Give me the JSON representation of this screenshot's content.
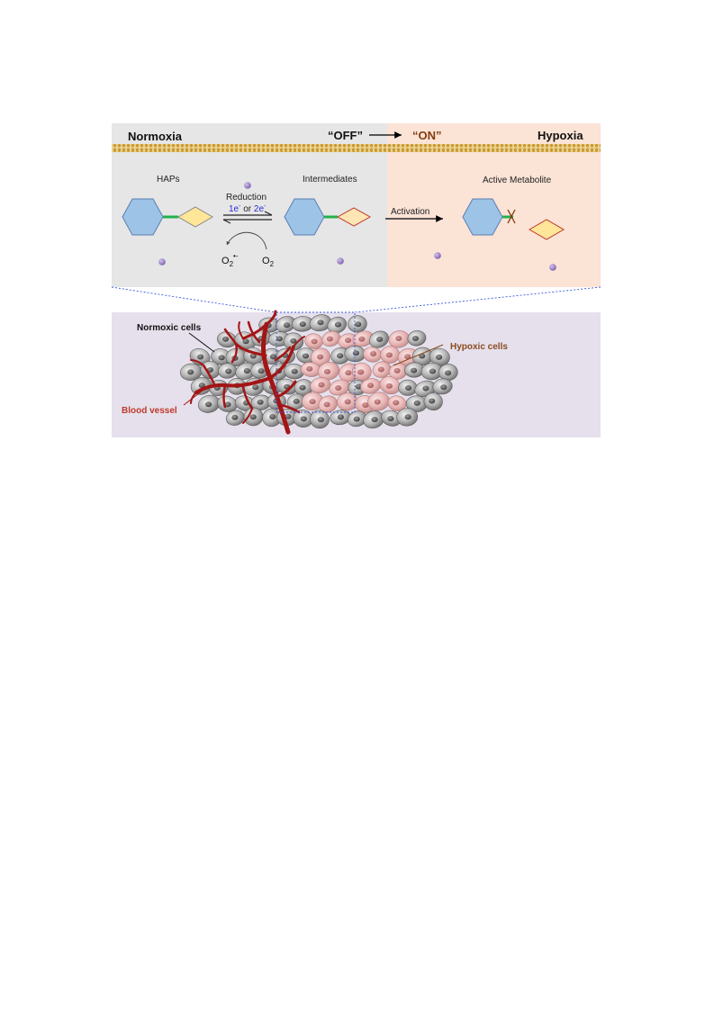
{
  "top_panel": {
    "left_region": "Normoxia",
    "right_region": "Hypoxia",
    "off_label": "“OFF”",
    "on_label": "“ON”",
    "haps_label": "HAPs",
    "reduction_label": "Reduction",
    "electron_1": "1e",
    "electron_or": " or ",
    "electron_2": "2e",
    "electron_sup": "-",
    "intermediates_label": "Intermediates",
    "activation_label": "Activation",
    "active_metabolite_label": "Active Metabolite",
    "superoxide_base": "O",
    "superoxide_sub": "2",
    "superoxide_sup": "•-",
    "oxygen_base": "O",
    "oxygen_sub": "2"
  },
  "bottom_panel": {
    "normoxic_cells_label": "Normoxic cells",
    "hypoxic_cells_label": "Hypoxic cells",
    "blood_vessel_label": "Blood vessel"
  },
  "colors": {
    "normoxia_bg": "#e6e6e6",
    "hypoxia_bg": "#fbe3d6",
    "membrane": "#d9b35c",
    "bottom_bg": "#e5e0ec",
    "hexagon_fill": "#9dc3e6",
    "diamond_fill": "#ffe699",
    "linker": "#22b14c",
    "on_text": "#843c0c",
    "electron_text": "#2b2bd6",
    "blood_vessel": "#a31515",
    "hypoxic_label": "#8a4b1f",
    "molecule_dot": "#9c80c4"
  }
}
